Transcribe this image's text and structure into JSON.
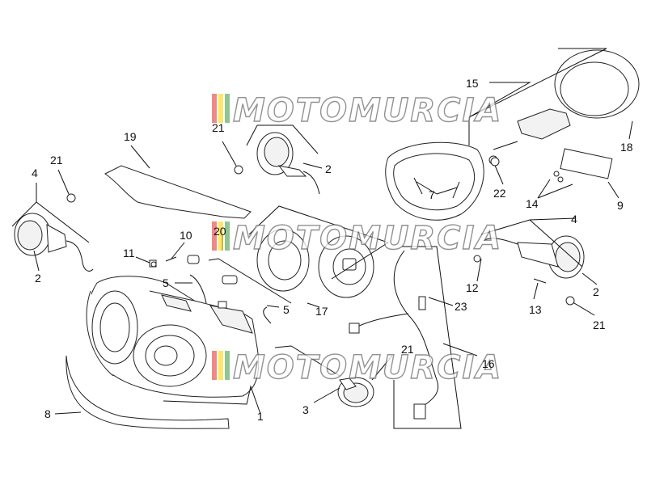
{
  "watermark": {
    "text": "MOTOMURCIA",
    "stripe_colors": [
      "#e53935",
      "#ffd600",
      "#43a047"
    ]
  },
  "labels": {
    "l1": "1",
    "l2a": "2",
    "l2b": "2",
    "l2c": "2",
    "l3": "3",
    "l4a": "4",
    "l4b": "4",
    "l5a": "5",
    "l5b": "5",
    "l7": "7",
    "l8": "8",
    "l9": "9",
    "l10": "10",
    "l11": "11",
    "l12": "12",
    "l13": "13",
    "l14": "14",
    "l15": "15",
    "l16": "16",
    "l17": "17",
    "l18": "18",
    "l19": "19",
    "l20": "20",
    "l21a": "21",
    "l21b": "21",
    "l21c": "21",
    "l21d": "21",
    "l22": "22",
    "l23": "23"
  }
}
